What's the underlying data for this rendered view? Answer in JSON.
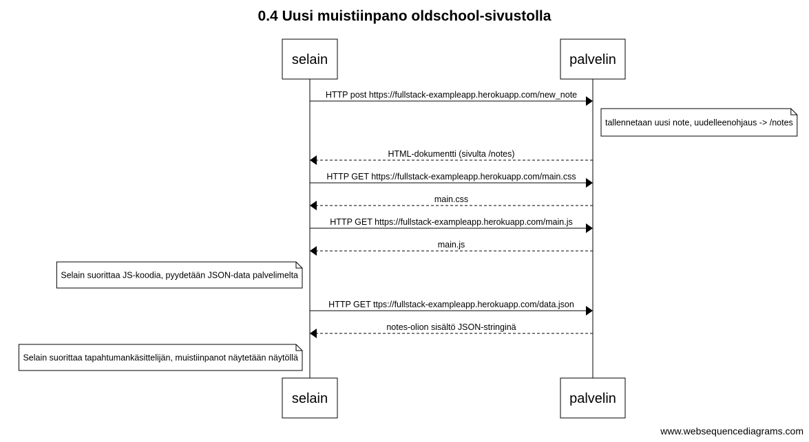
{
  "title": "0.4 Uusi muistiinpano oldschool-sivustolla",
  "participants": [
    {
      "id": "selain",
      "label": "selain"
    },
    {
      "id": "palvelin",
      "label": "palvelin"
    }
  ],
  "steps": [
    {
      "kind": "message",
      "from": "selain",
      "to": "palvelin",
      "style": "solid",
      "label": "HTTP post https://fullstack-exampleapp.herokuapp.com/new_note"
    },
    {
      "kind": "note",
      "side": "right",
      "of": "palvelin",
      "text": "tallennetaan uusi note, uudelleenohjaus -> /notes"
    },
    {
      "kind": "message",
      "from": "palvelin",
      "to": "selain",
      "style": "dashed",
      "label": "HTML-dokumentti (sivulta /notes)"
    },
    {
      "kind": "message",
      "from": "selain",
      "to": "palvelin",
      "style": "solid",
      "label": "HTTP GET https://fullstack-exampleapp.herokuapp.com/main.css"
    },
    {
      "kind": "message",
      "from": "palvelin",
      "to": "selain",
      "style": "dashed",
      "label": "main.css"
    },
    {
      "kind": "message",
      "from": "selain",
      "to": "palvelin",
      "style": "solid",
      "label": "HTTP GET https://fullstack-exampleapp.herokuapp.com/main.js"
    },
    {
      "kind": "message",
      "from": "palvelin",
      "to": "selain",
      "style": "dashed",
      "label": "main.js"
    },
    {
      "kind": "note",
      "side": "left",
      "of": "selain",
      "text": "Selain suorittaa JS-koodia, pyydetään JSON-data palvelimelta"
    },
    {
      "kind": "message",
      "from": "selain",
      "to": "palvelin",
      "style": "solid",
      "label": "HTTP GET ttps://fullstack-exampleapp.herokuapp.com/data.json"
    },
    {
      "kind": "message",
      "from": "palvelin",
      "to": "selain",
      "style": "dashed",
      "label": "notes-olion sisältö JSON-stringinä"
    },
    {
      "kind": "note",
      "side": "left",
      "of": "selain",
      "text": "Selain suorittaa tapahtumankäsittelijän, muistiinpanot näytetään näytöllä"
    }
  ],
  "footer": "www.websequencediagrams.com"
}
